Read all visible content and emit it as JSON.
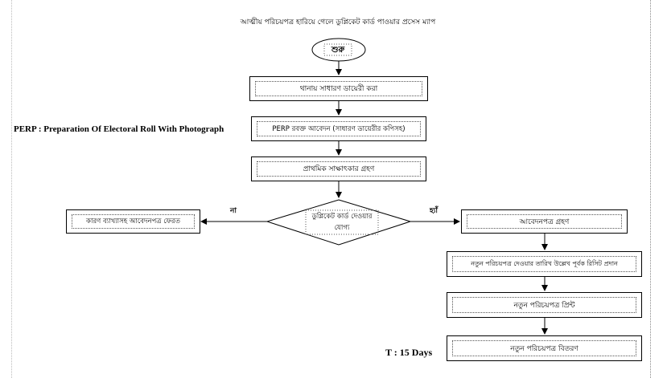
{
  "diagram": {
    "title": "আত্মীয় পরিচয়পত্র হারিয়ে গেলে ডুপ্লিকেট কার্ড পাওয়ার প্রসেস ম্যাপ",
    "start": "শুরু",
    "steps": {
      "gd": "থানায় সাধারণ ডায়েরী করা",
      "apply": "PERP রবক্ত আবেদন (সাধারণ ডায়েরীর কপিসহ)",
      "interview": "প্রাথমিক সাক্ষাৎকার গ্রহণ",
      "decision": "ডুপ্লিকেট কার্ড দেওয়ার যোগ্য",
      "reject": "কারণ ব্যাখ্যাসহ আবেদনপত্র ফেরত",
      "accept": "আবেদনপত্র গ্রহণ",
      "receipt": "নতুন পরিচয়পত্র দেওয়ার তারিখ উল্লেখ পূর্বক রিসিট প্রদান",
      "print": "নতুন পরিচয়পত্র প্রিন্ট",
      "deliver": "নতুন পরিচয়পত্র বিতরণ"
    },
    "branch_no": "না",
    "branch_yes": "হ্যাঁ",
    "perp_note": "PERP : Preparation Of Electoral Roll With Photograph",
    "time_note": "T : 15 Days"
  }
}
